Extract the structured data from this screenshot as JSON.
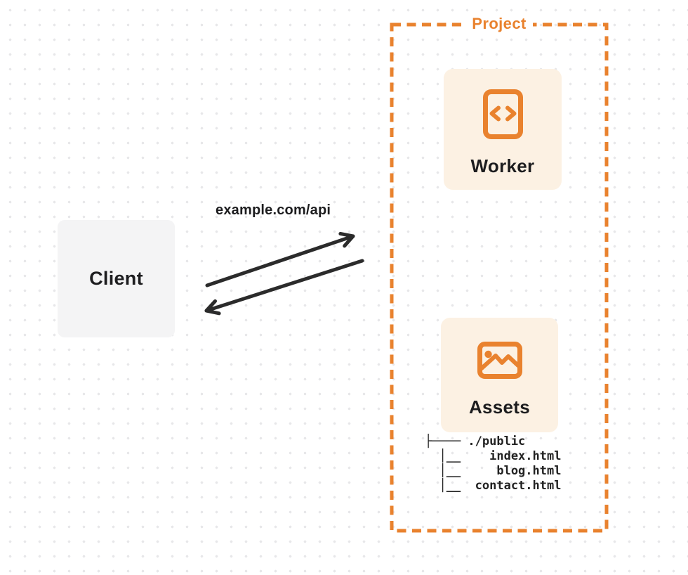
{
  "client": {
    "label": "Client"
  },
  "request": {
    "url_label": "example.com/api"
  },
  "project": {
    "label": "Project",
    "worker": {
      "label": "Worker",
      "icon": "code-file-icon"
    },
    "assets": {
      "label": "Assets",
      "icon": "image-icon"
    },
    "file_tree": {
      "lines": [
        "├──── ./public",
        "  │__    index.html",
        "  │__     blog.html",
        "  │__  contact.html"
      ]
    }
  },
  "colors": {
    "accent_orange": "#E9822E",
    "card_cream": "#FCF1E3",
    "client_gray": "#F4F4F5",
    "arrow_black": "#2B2B2B",
    "text_dark": "#1D1D1F",
    "dot_gray": "#E7E7E9"
  }
}
